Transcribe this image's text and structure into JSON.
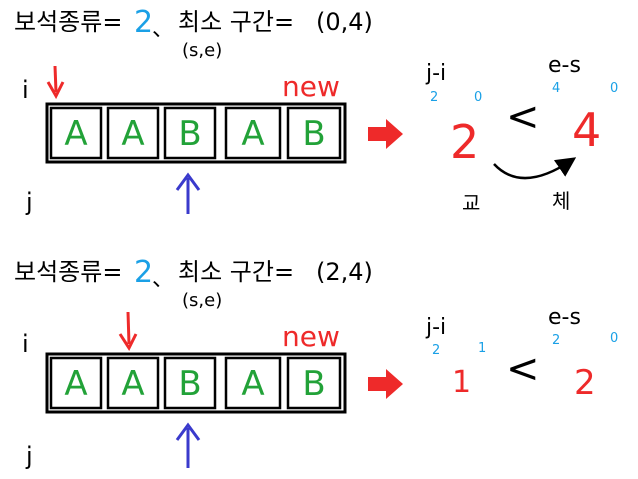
{
  "panels": [
    {
      "header": {
        "gem_label": "보석종류=",
        "gem_count": "2",
        "sep": "、",
        "min_label": "최소 구간=",
        "range": "(0,4)",
        "subscript": "(s,e)"
      },
      "pointer_i": "i",
      "pointer_j": "j",
      "new_label": "new",
      "cells": [
        "A",
        "A",
        "B",
        "A",
        "B"
      ],
      "compare": {
        "left_expr": "j-i",
        "left_j": "2",
        "left_i": "0",
        "left_value": "2",
        "op": "<",
        "right_expr": "e-s",
        "right_e": "4",
        "right_s": "0",
        "right_value": "4",
        "swap_left": "교",
        "swap_right": "체"
      }
    },
    {
      "header": {
        "gem_label": "보석종류=",
        "gem_count": "2",
        "sep": "、",
        "min_label": "최소 구간=",
        "range": "(2,4)",
        "subscript": "(s,e)"
      },
      "pointer_i": "i",
      "pointer_j": "j",
      "new_label": "new",
      "cells": [
        "A",
        "A",
        "B",
        "A",
        "B"
      ],
      "compare": {
        "left_expr": "j-i",
        "left_j": "2",
        "left_i": "1",
        "left_value": "1",
        "op": "<",
        "right_expr": "e-s",
        "right_e": "2",
        "right_s": "0",
        "right_value": "2"
      }
    }
  ],
  "colors": {
    "ink": "#000000",
    "green": "#22a238",
    "red": "#ee2a2a",
    "blue": "#1aa0e6",
    "arrowBlue": "#3a3acc"
  }
}
